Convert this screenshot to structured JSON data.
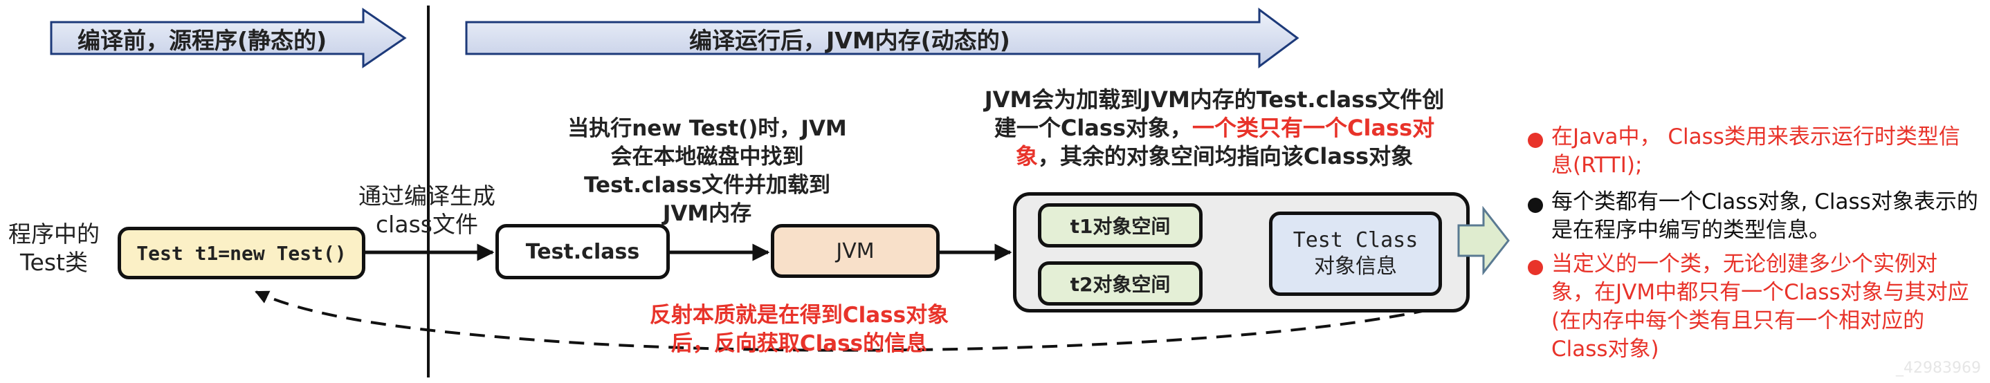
{
  "header": {
    "left_label": "编译前，源程序(静态的)",
    "right_label": "编译运行后，JVM内存(动态的)"
  },
  "nodes": {
    "source_caption": "程序中的Test类",
    "source_code": "Test t1=new Test()",
    "compile_caption": "通过编译生成class文件",
    "class_file": "Test.class",
    "load_caption": "当执行new Test()时，JVM会在本地磁盘中找到Test.class文件并加载到JVM内存",
    "jvm": "JVM",
    "t1_space": "t1对象空间",
    "t2_space": "t2对象空间",
    "class_info_title": "Test Class",
    "class_info_sub": "对象信息"
  },
  "jvm_note": {
    "part1": "JVM会为加载到JVM内存的Test.class文件创建一个Class对象，",
    "part2_red": "一个类只有一个Class对象",
    "part3": "，其余的对象空间均指向该Class对象"
  },
  "reflection_note": "反射本质就是在得到Class对象后，反向获取Class的信息",
  "bullets": [
    {
      "color": "#e8332a",
      "text": "在Java中， Class类用来表示运行时类型信息(RTTI);"
    },
    {
      "color": "#111111",
      "text": "每个类都有一个Class对象, Class对象表示的是在程序中编写的类型信息。"
    },
    {
      "color": "#e8332a",
      "text": "当定义的一个类，无论创建多少个实例对象，在JVM中都只有一个Class对象与其对应(在内存中每个类有且只有一个相对应的Class对象)"
    }
  ],
  "watermark": "_42983969"
}
